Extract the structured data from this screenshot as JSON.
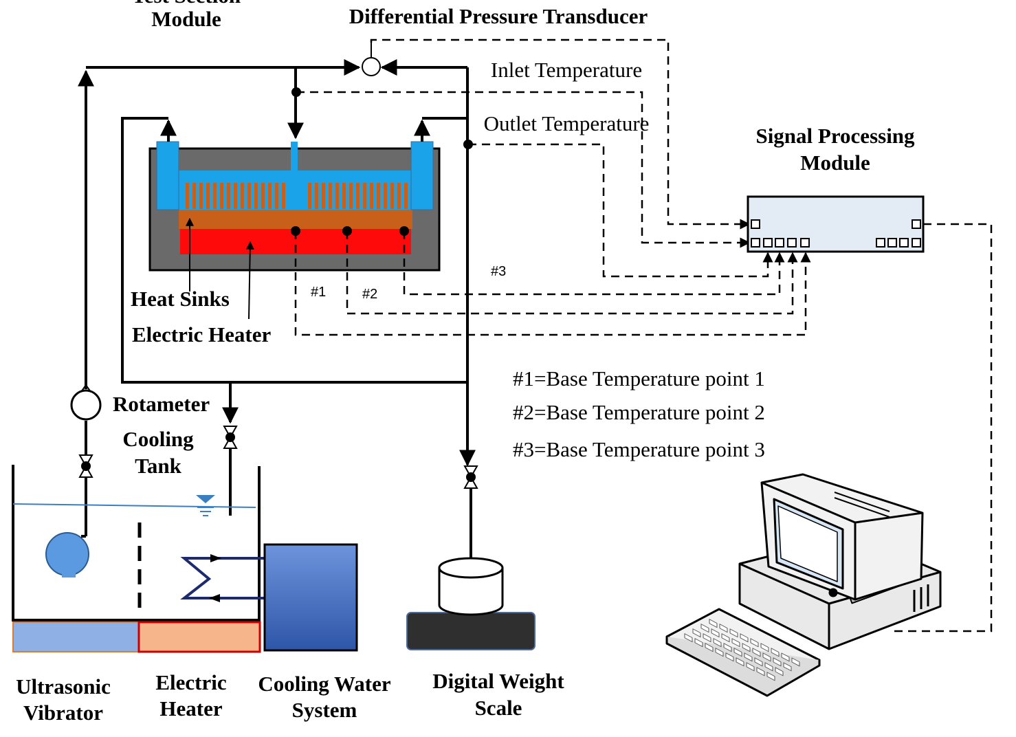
{
  "labels": {
    "test_section_top": "Test Section",
    "test_section_module": "Module",
    "dp_transducer": "Differential Pressure Transducer",
    "inlet_temp": "Inlet Temperature",
    "outlet_temp": "Outlet Temperature",
    "signal_processing_1": "Signal Processing",
    "signal_processing_2": "Module",
    "heat_sinks": "Heat Sinks",
    "electric_heater_top": "Electric Heater",
    "tc1": "#1",
    "tc2": "#2",
    "tc3": "#3",
    "rotameter": "Rotameter",
    "cooling_tank_1": "Cooling",
    "cooling_tank_2": "Tank",
    "ultrasonic_1": "Ultrasonic",
    "ultrasonic_2": "Vibrator",
    "electric_heater_1": "Electric",
    "electric_heater_2": "Heater",
    "cooling_water_1": "Cooling Water",
    "cooling_water_2": "System",
    "digital_scale_1": "Digital Weight",
    "digital_scale_2": "Scale"
  },
  "legend": [
    "#1=Base Temperature point 1",
    "#2=Base Temperature point 2",
    "#3=Base Temperature point 3"
  ],
  "colors": {
    "heat_sink": "#1aa3e8",
    "copper_base": "#c8601a",
    "heater": "#ff0a0a",
    "housing": "#6b6a6a",
    "vibrator": "#8fb0e4",
    "tank_heater": "#f7b58c",
    "cooling_system": "#4a74c6",
    "scale_base": "#2f2f2f",
    "signal_box": "#e3ebf5",
    "coil": "#1e2a6e"
  }
}
